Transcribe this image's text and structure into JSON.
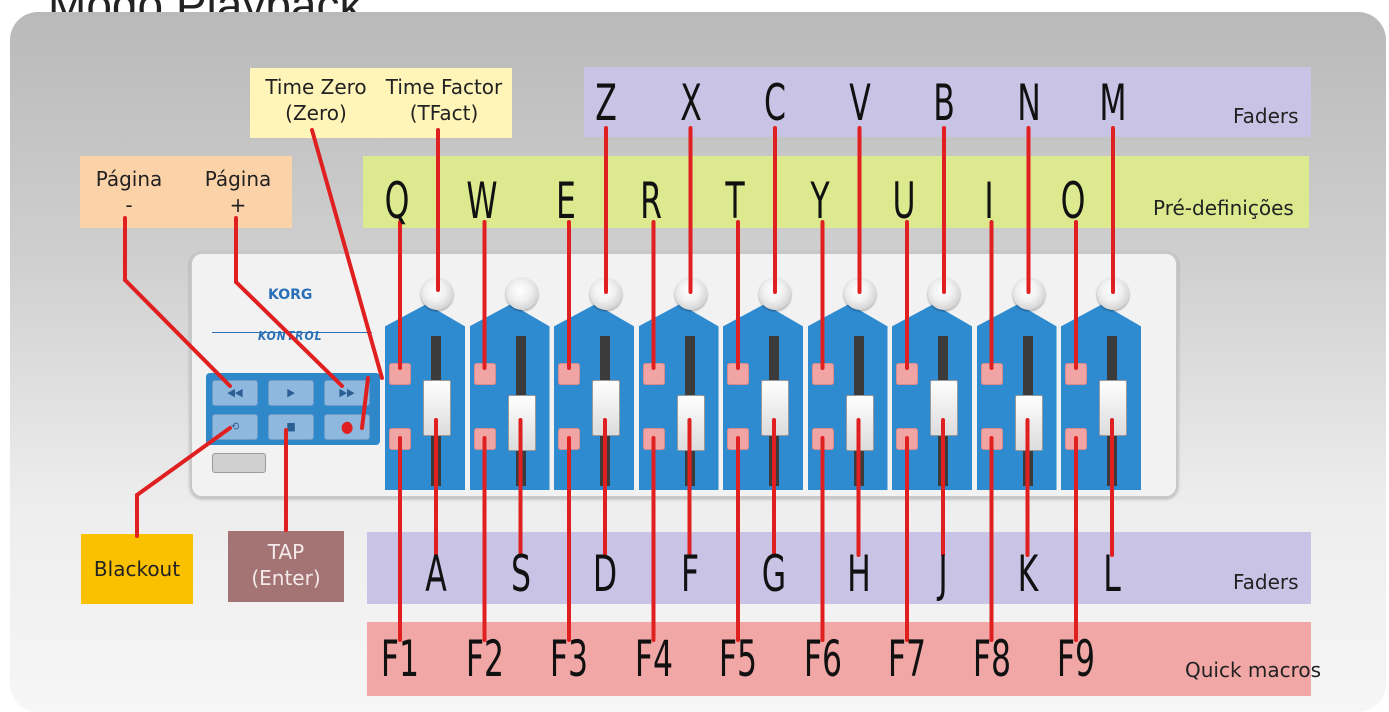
{
  "title": "Modo Playback",
  "bands": {
    "faders_top": "Faders",
    "predefinicoes": "Pré-definições",
    "faders_bottom": "Faders",
    "quick_macros": "Quick macros"
  },
  "time_zero": {
    "line1": "Time Zero",
    "line2": "(Zero)"
  },
  "time_factor": {
    "line1": "Time Factor",
    "line2": "(TFact)"
  },
  "pagina_minus": {
    "line1": "Página",
    "line2": "-"
  },
  "pagina_plus": {
    "line1": "Página",
    "line2": "+"
  },
  "blackout": "Blackout",
  "tap": {
    "line1": "TAP",
    "line2": "(Enter)"
  },
  "device": {
    "brand": "KORG",
    "model": "KONTROL"
  },
  "knob_keys": [
    "Z",
    "X",
    "C",
    "V",
    "B",
    "N",
    "M"
  ],
  "top_pad_keys": [
    "Q",
    "W",
    "E",
    "R",
    "T",
    "Y",
    "U",
    "I",
    "O"
  ],
  "fader_keys": [
    "A",
    "S",
    "D",
    "F",
    "G",
    "H",
    "J",
    "K",
    "L"
  ],
  "bottom_pad_keys": [
    "F1",
    "F2",
    "F3",
    "F4",
    "F5",
    "F6",
    "F7",
    "F8",
    "F9"
  ],
  "colors": {
    "lines": "#e02020",
    "faders_band": "#c9c3e5",
    "predef_band": "#dce98f",
    "macros_band": "#f2a7a7",
    "time_box": "#fff5b8",
    "pagina_box": "#fcd3a8",
    "blackout_box": "#f9c100",
    "tap_box": "#a47474",
    "channel_strip": "#2f8bd0"
  }
}
